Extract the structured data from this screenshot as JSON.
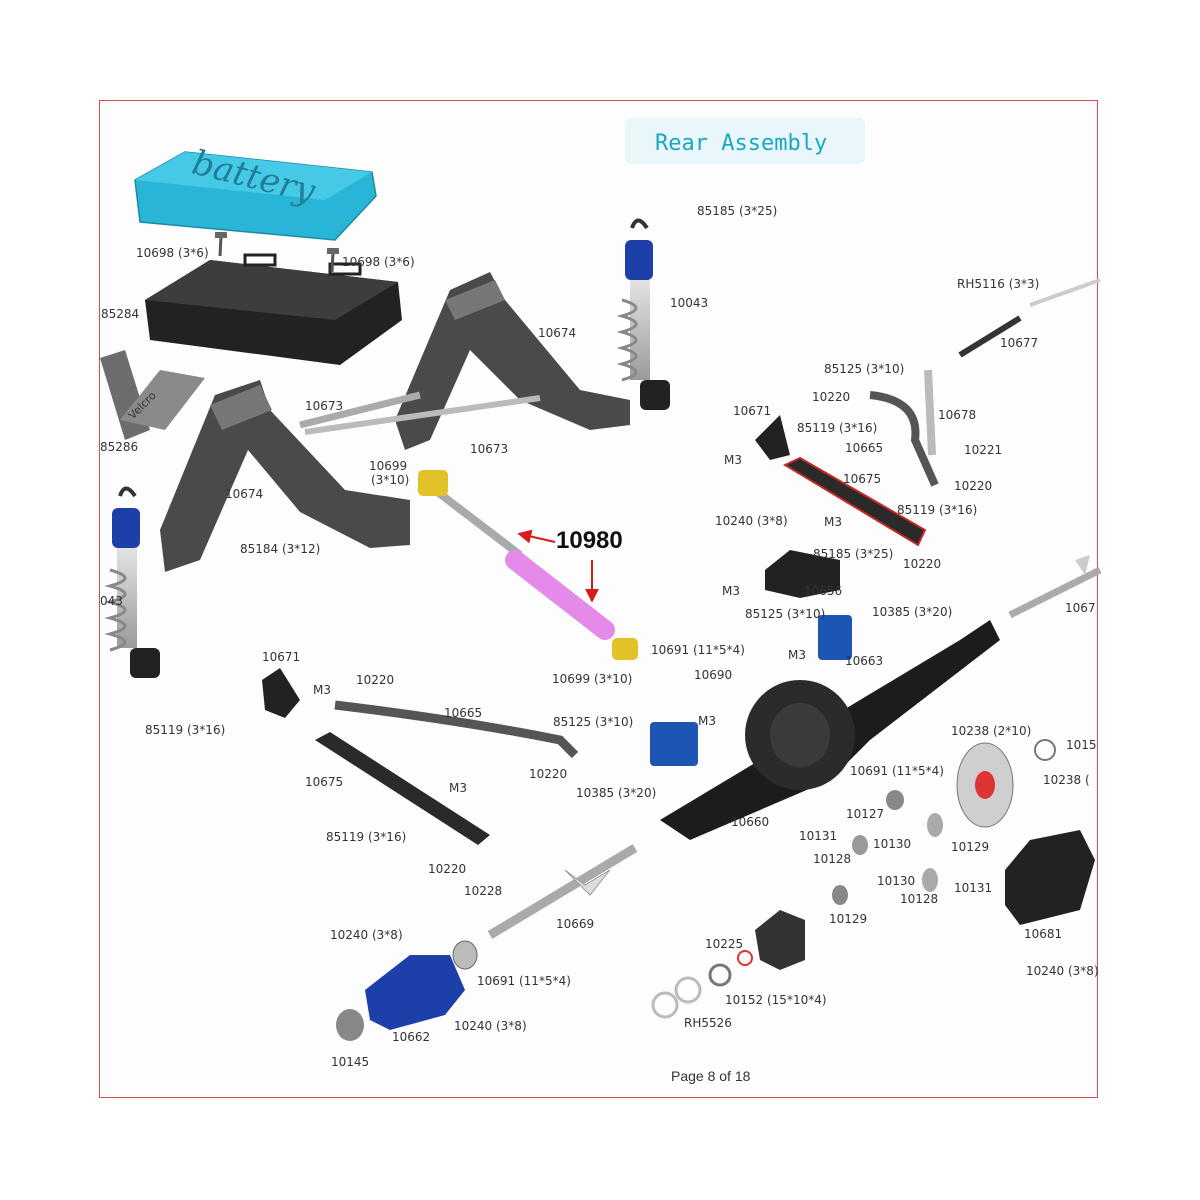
{
  "title": "Rear Assembly",
  "battery_text": "battery",
  "velcro_text": "Velcro",
  "callout": "10980",
  "page": "Page 8 of 18",
  "colors": {
    "frame": "#d94a4a",
    "title": "#1aa7c4",
    "battery": "#29b6d6",
    "highlight_shaft": "#e58ae8",
    "arrow": "#d81b1b",
    "blue_part": "#1d3fa8"
  },
  "labels": {
    "l85185_top": "85185 (3*25)",
    "l10698_left": "10698 (3*6)",
    "l10698_right": "10698 (3*6)",
    "l85284": "85284",
    "l10043_right": "10043",
    "l10674_top": "10674",
    "lRH5116": "RH5116 (3*3)",
    "l10677": "10677",
    "l85125_top": "85125 (3*10)",
    "l10673_left": "10673",
    "l10673_mid": "10673",
    "l85286": "85286",
    "l10220_a": "10220",
    "l10678": "10678",
    "l10671_top": "10671",
    "l85119_a": "85119 (3*16)",
    "l10665_top": "10665",
    "l10221": "10221",
    "lM3_a": "M3",
    "l10699_top_a": "10699",
    "l10699_top_b": "(3*10)",
    "l10675_top": "10675",
    "l10220_b": "10220",
    "l10674_left": "10674",
    "l85119_b": "85119 (3*16)",
    "l10240_top": "10240 (3*8)",
    "lM3_b": "M3",
    "l85185_mid": "85185 (3*25)",
    "l85184": "85184 (3*12)",
    "l10220_c": "10220",
    "lM3_c": "M3",
    "l10656": "10656",
    "l10043_left": "043",
    "l85125_mid": "85125 (3*10)",
    "l10385_top": "10385 (3*20)",
    "l1067_right": "1067",
    "lM3_d": "M3",
    "l10663": "10663",
    "l10691_a": "10691 (11*5*4)",
    "l10671_left": "10671",
    "l10690": "10690",
    "l10699_b": "10699 (3*10)",
    "l10220_d": "10220",
    "lM3_e": "M3",
    "l10665_bot": "10665",
    "l85125_bot": "85125 (3*10)",
    "lM3_f": "M3",
    "l10238_a": "10238 (2*10)",
    "l1015_right": "1015",
    "l85119_c": "85119 (3*16)",
    "l10220_e": "10220",
    "l10675_left": "10675",
    "lM3_g": "M3",
    "l10385_bot": "10385 (3*20)",
    "l10691_b": "10691 (11*5*4)",
    "l10238_b": "10238 (",
    "l10127": "10127",
    "l85119_d": "85119 (3*16)",
    "l10660": "10660",
    "l10131_a": "10131",
    "l10130_a": "10130",
    "l10129_a": "10129",
    "l10128_a": "10128",
    "l10220_f": "10220",
    "l10228": "10228",
    "l10130_b": "10130",
    "l10131_b": "10131",
    "l10128_b": "10128",
    "l10669": "10669",
    "l10129_b": "10129",
    "l10240_left": "10240 (3*8)",
    "l10225": "10225",
    "l10681": "10681",
    "l10691_c": "10691 (11*5*4)",
    "l10152": "10152 (15*10*4)",
    "l10240_right": "10240 (3*8)",
    "l10240_bot": "10240 (3*8)",
    "lRH5526": "RH5526",
    "l10662": "10662",
    "l10145": "10145"
  }
}
